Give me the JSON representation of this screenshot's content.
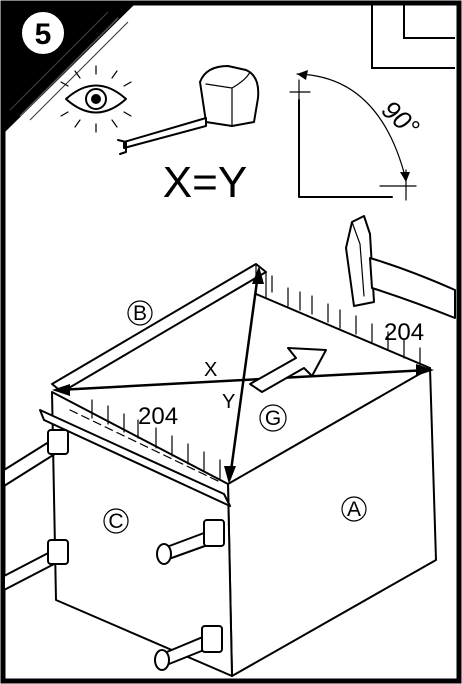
{
  "step": {
    "number": "5"
  },
  "rule": {
    "equation": "X=Y",
    "angle": "90°"
  },
  "parts": {
    "a": "A",
    "b": "B",
    "c": "C",
    "g": "G"
  },
  "dimensions": {
    "front": "204",
    "back": "204"
  },
  "diagonals": {
    "x": "X",
    "y": "Y"
  },
  "icons": [
    "eye-icon",
    "tape-measure-icon",
    "set-square-icon",
    "hammer-icon"
  ]
}
